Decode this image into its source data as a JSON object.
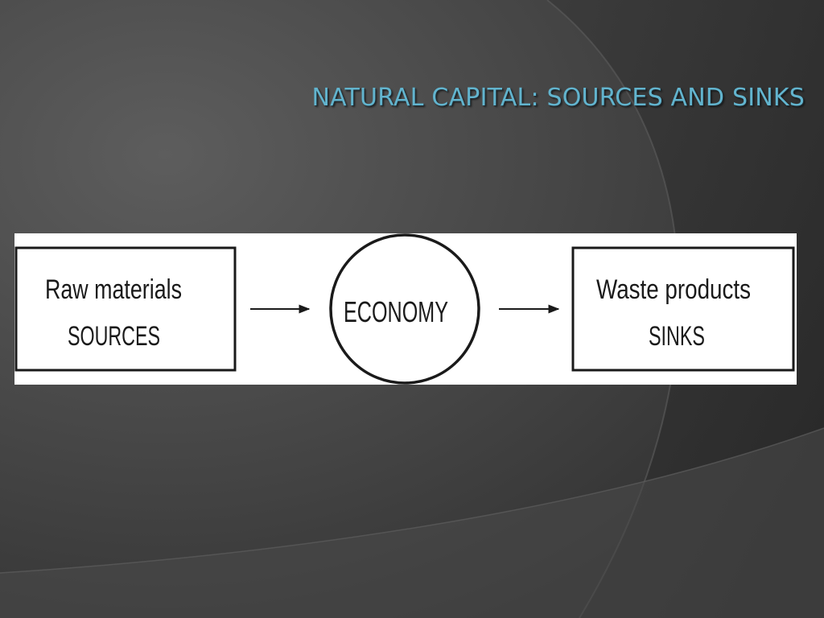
{
  "slide": {
    "title": "NATURAL CAPITAL: SOURCES AND SINKS",
    "title_color": "#62b4ce"
  },
  "diagram": {
    "nodes": [
      {
        "id": "sources",
        "shape": "box",
        "lines": [
          "Raw materials",
          "SOURCES"
        ]
      },
      {
        "id": "economy",
        "shape": "circle",
        "lines": [
          "ECONOMY"
        ]
      },
      {
        "id": "sinks",
        "shape": "box",
        "lines": [
          "Waste products",
          "SINKS"
        ]
      }
    ],
    "edges": [
      {
        "from": "sources",
        "to": "economy"
      },
      {
        "from": "economy",
        "to": "sinks"
      }
    ]
  }
}
